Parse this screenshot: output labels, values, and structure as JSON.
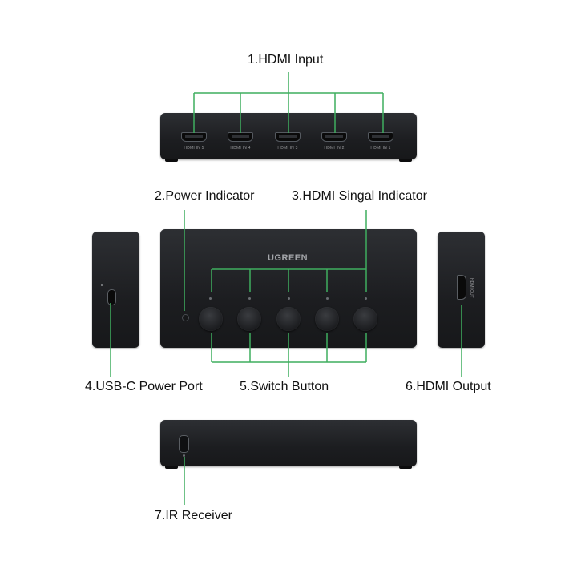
{
  "labels": {
    "hdmi_input": "1.HDMI Input",
    "power_indicator": "2.Power Indicator",
    "hdmi_signal_indicator": "3.HDMI Singal Indicator",
    "usbc_power_port": "4.USB-C Power Port",
    "switch_button": "5.Switch Button",
    "hdmi_output": "6.HDMI Output",
    "ir_receiver": "7.IR Receiver"
  },
  "brand": "UGREEN",
  "input_ports": [
    "HDMI IN 5",
    "HDMI IN 4",
    "HDMI IN 3",
    "HDMI IN 2",
    "HDMI IN 1"
  ],
  "output_port_label": "HDMI OUT",
  "colors": {
    "callout_line": "#3fae5f",
    "device_body": "#1f2023",
    "text": "#111111"
  }
}
